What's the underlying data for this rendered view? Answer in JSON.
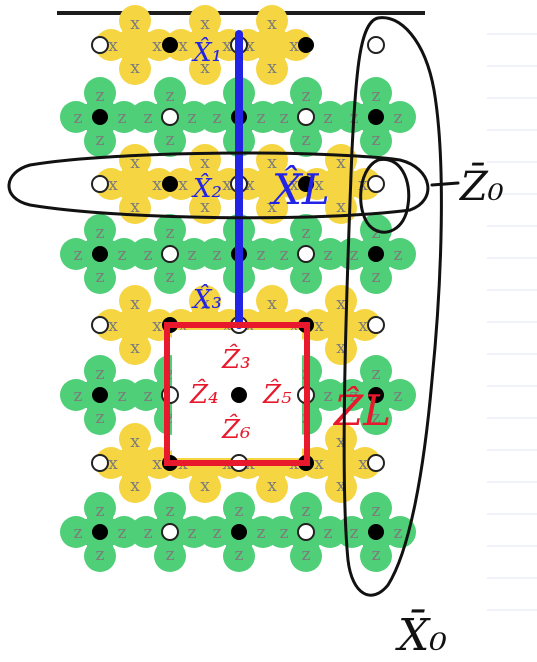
{
  "colors": {
    "x_plaquette": "#f5d542",
    "z_plaquette": "#4fcf78",
    "plaquette_letter": "#7c7c7c",
    "logical_x": "#2323e6",
    "logical_z": "#e8192c",
    "handwriting": "#111111",
    "ruled_line": "#dfe6f3"
  },
  "plaquette_letters": {
    "x": "x",
    "z": "z"
  },
  "labels": {
    "x1": "X̂₁",
    "x2": "X̂₂",
    "x3": "X̂₃",
    "xl": "X̂L",
    "z3": "Ẑ₃",
    "z4": "Ẑ₄",
    "z5": "Ẑ₅",
    "z6": "Ẑ₆",
    "zl": "ẐL"
  },
  "handwriting": {
    "z0": "Z̄₀",
    "x0": "X̄₀"
  }
}
